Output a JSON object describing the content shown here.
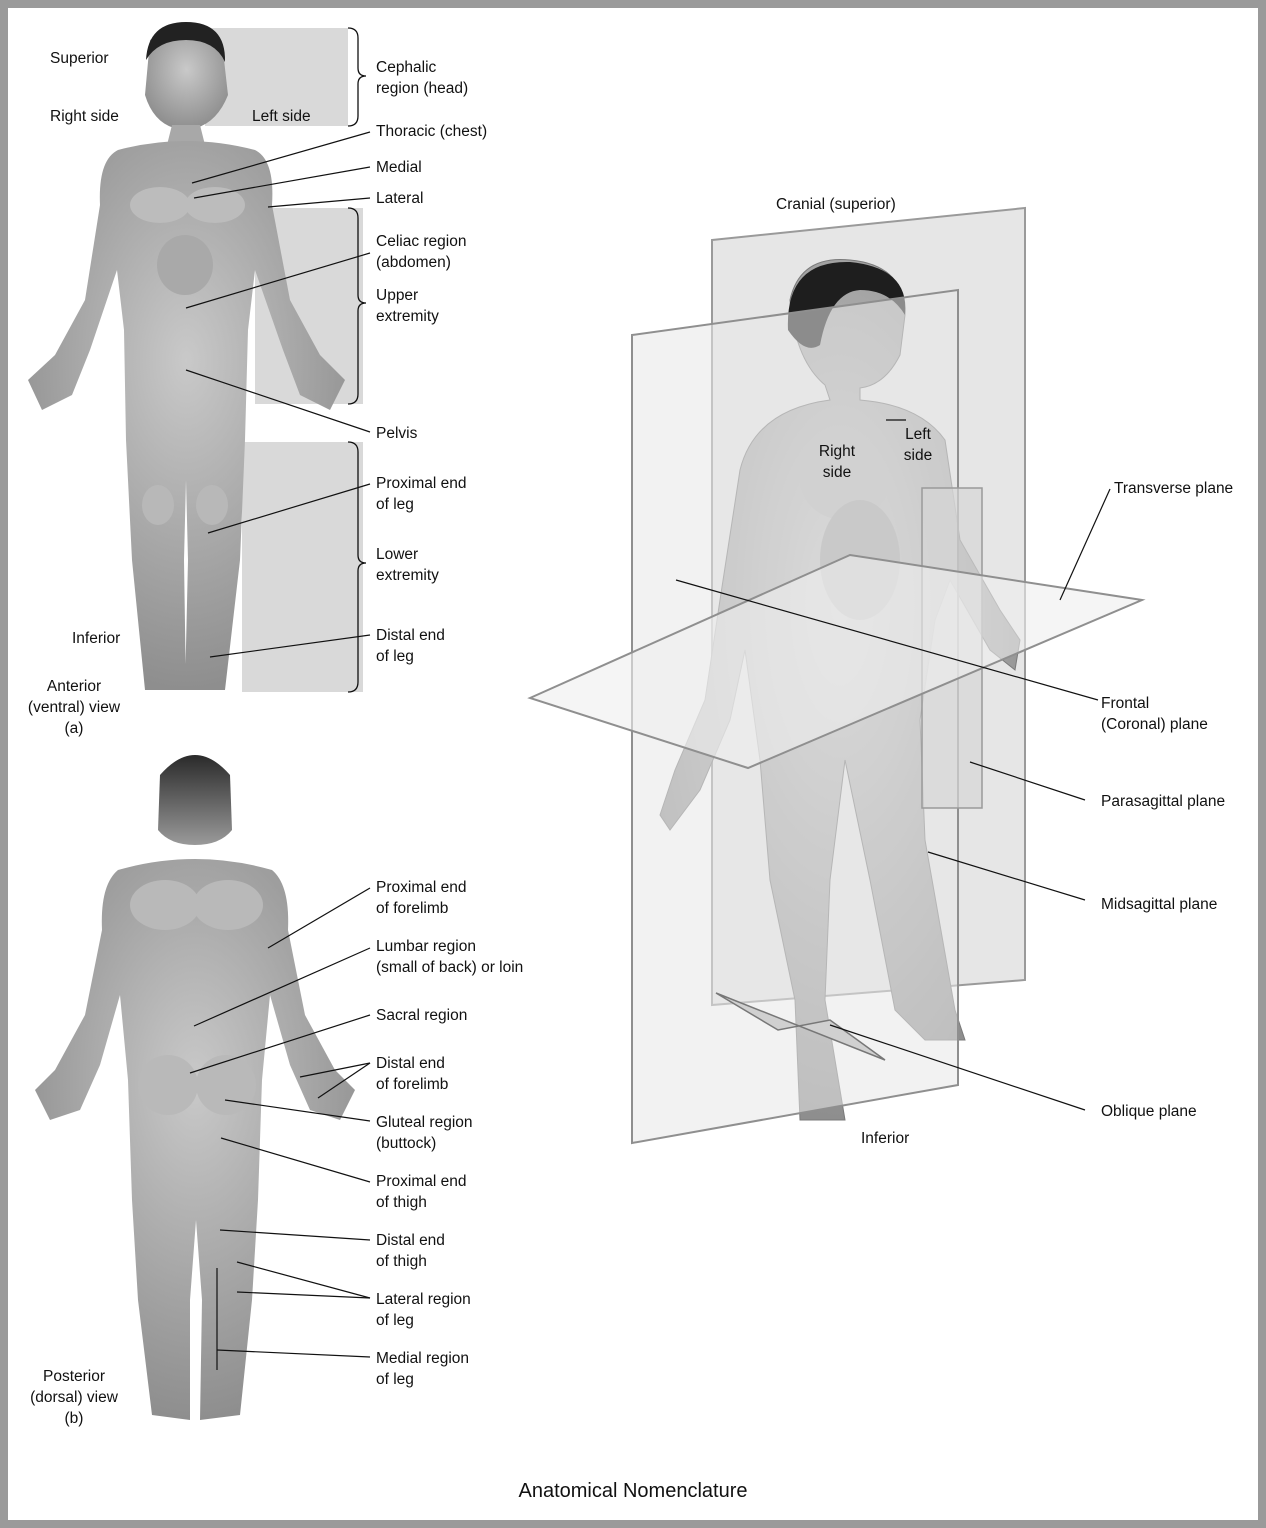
{
  "title": "Anatomical Nomenclature",
  "anterior_view": {
    "superior": "Superior",
    "right_side": "Right side",
    "left_side": "Left side",
    "inferior": "Inferior",
    "view_label": "Anterior\n(ventral) view\n(a)",
    "labels": {
      "cephalic": "Cephalic\nregion (head)",
      "thoracic": "Thoracic (chest)",
      "medial": "Medial",
      "lateral": "Lateral",
      "celiac": "Celiac region\n(abdomen)",
      "upper_extremity": "Upper\nextremity",
      "pelvis": "Pelvis",
      "proximal_leg": "Proximal end\nof leg",
      "lower_extremity": "Lower\nextremity",
      "distal_leg": "Distal end\nof leg"
    }
  },
  "posterior_view": {
    "view_label": "Posterior\n(dorsal) view\n(b)",
    "labels": {
      "proximal_forelimb": "Proximal end\nof forelimb",
      "lumbar": "Lumbar region\n(small of back) or loin",
      "sacral": "Sacral region",
      "distal_forelimb": "Distal end\nof forelimb",
      "gluteal": "Gluteal region\n(buttock)",
      "proximal_thigh": "Proximal end\nof thigh",
      "distal_thigh": "Distal end\nof thigh",
      "lateral_leg": "Lateral region\nof leg",
      "medial_leg": "Medial region\nof leg"
    }
  },
  "planes_view": {
    "cranial": "Cranial (superior)",
    "right_side": "Right\nside",
    "left_side": "Left\nside",
    "inferior": "Inferior",
    "labels": {
      "transverse": "Transverse plane",
      "frontal": "Frontal\n(Coronal) plane",
      "parasagittal": "Parasagittal plane",
      "midsagittal": "Midsagittal plane",
      "oblique": "Oblique plane"
    }
  }
}
